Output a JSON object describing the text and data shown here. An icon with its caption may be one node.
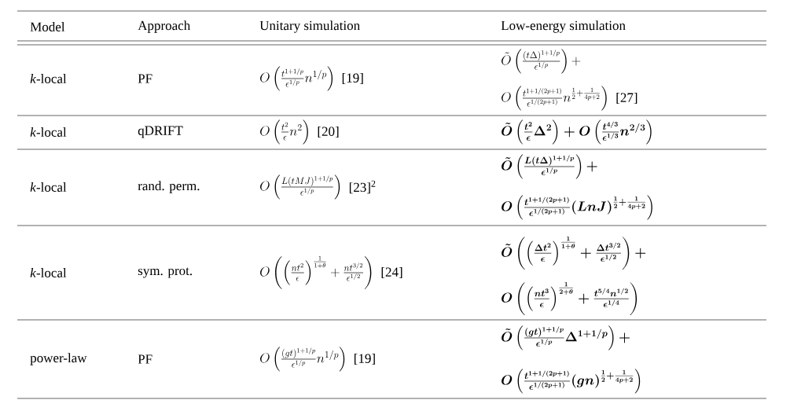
{
  "diagram": {
    "labels": [
      "Model",
      "Approach",
      "Unitary simulation",
      "Low-energy simulation",
      "*k*-local",
      "PF",
      "O\\left(\\frac{t^{1+1/p}}{\\epsilon^{1/p}}n^{1/p}\\right)",
      "[19]",
      "\\tilde{O}\\left(\\frac{(t\\Delta)^{1+1/p}}{\\epsilon^{1/p}}\\right)+",
      "O\\left(\\frac{t^{1+1/(2p+1)}}{\\epsilon^{1/(2p+1)}}n^{\\frac{1}{2}+\\frac{1}{4p+2}}\\right)",
      "[27]",
      "*k*-local",
      "qDRIFT",
      "O\\left(\\frac{t^2}{\\epsilon}n^2\\right)",
      "[20]",
      "\\boldsymbol{\\tilde{O}\\left(\\frac{t^2}{\\epsilon}\\Delta^2\\right)+O\\left(\\frac{t^{4/3}}{\\epsilon^{1/3}}n^{2/3}\\right)}",
      "*k*-local",
      "rand. perm.",
      "O\\left(\\frac{L(tMJ)^{1+1/p}}{\\epsilon^{1/p}}\\right)",
      "[23]$^{2}$",
      "\\boldsymbol{\\tilde{O}\\left(\\frac{L(t\\Delta)^{1+1/p}}{\\epsilon^{1/p}}\\right)+}",
      "\\boldsymbol{O\\left(\\frac{t^{1+1/(2p+1)}}{\\epsilon^{1/(2p+1)}}(LnJ)^{\\frac{1}{2}+\\frac{1}{4p+2}}\\right)}",
      "*k*-local",
      "sym. prot.",
      "O\\left(\\left(\\frac{nt^2}{\\epsilon}\\right)^{\\frac{1}{1+\\theta}}+\\frac{nt^{3/2}}{\\epsilon^{1/2}}\\right)",
      "[24]",
      "\\boldsymbol{\\tilde{O}\\left(\\left(\\frac{\\Delta t^2}{\\epsilon}\\right)^{\\frac{1}{1+\\theta}}+\\frac{\\Delta t^{3/2}}{\\epsilon^{1/2}}\\right)+}",
      "\\boldsymbol{O\\left(\\left(\\frac{nt^3}{\\epsilon}\\right)^{\\frac{1}{2+\\theta}}+\\frac{t^{5/4}n^{1/2}}{\\epsilon^{1/4}}\\right)}",
      "power-law",
      "PF",
      "O\\left(\\frac{(gt)^{1+1/p}}{\\epsilon^{1/p}}n^{1/p}\\right)",
      "[19]",
      "\\boldsymbol{\\tilde{O}\\left(\\frac{(gt)^{1+1/p}}{\\epsilon^{1/p}}\\Delta^{1+1/p}\\right)+}",
      "\\boldsymbol{O\\left(\\frac{t^{1+1/(2p+1)}}{\\epsilon^{1/(2p+1)}}(gn)^{\\frac{1}{2}+\\frac{1}{4p+2}}\\right)}"
    ]
  }
}
